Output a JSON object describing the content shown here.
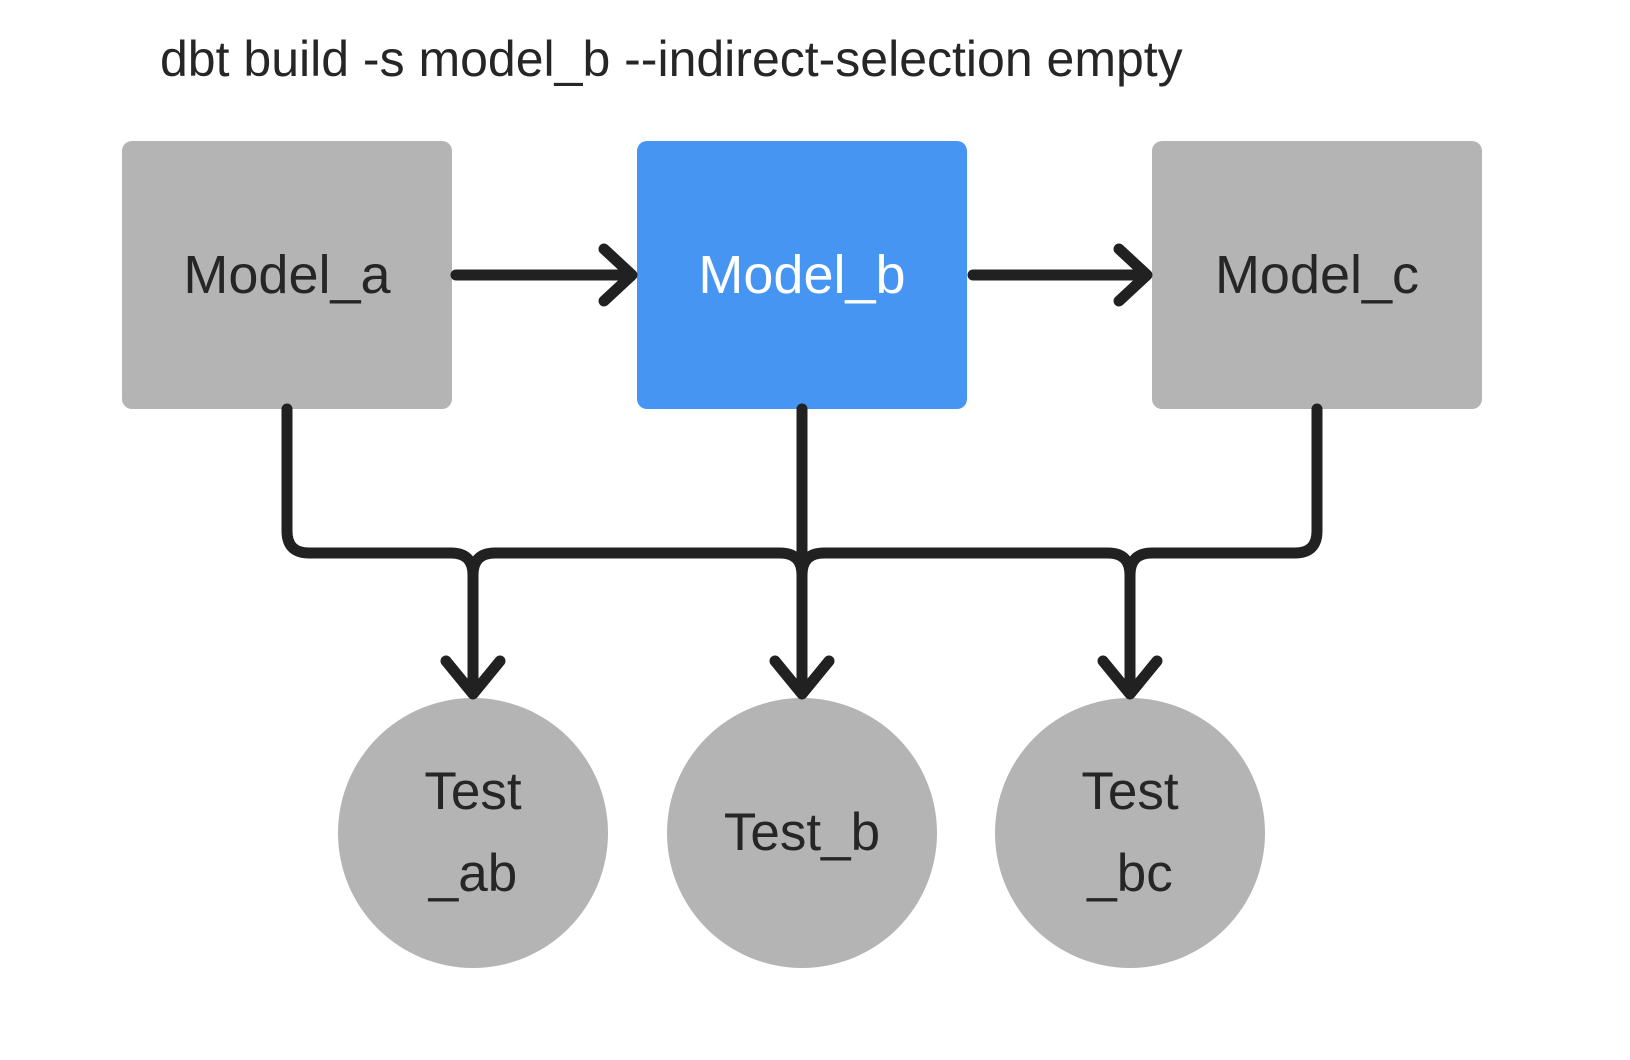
{
  "title": "dbt build -s model_b --indirect-selection empty",
  "colors": {
    "background": "#ffffff",
    "node_gray": "#b4b4b4",
    "node_selected_blue": "#4795f2",
    "edge_black": "#212121",
    "text_dark": "#262626",
    "text_on_selected": "#ffffff"
  },
  "models": [
    {
      "id": "model_a",
      "label": "Model_a",
      "selected": false
    },
    {
      "id": "model_b",
      "label": "Model_b",
      "selected": true
    },
    {
      "id": "model_c",
      "label": "Model_c",
      "selected": false
    }
  ],
  "tests": [
    {
      "id": "test_ab",
      "lines": [
        "Test",
        "_ab"
      ]
    },
    {
      "id": "test_b",
      "lines": [
        "Test_b",
        ""
      ]
    },
    {
      "id": "test_bc",
      "lines": [
        "Test",
        "_bc"
      ]
    }
  ],
  "edges": [
    {
      "from": "model_a",
      "to": "model_b"
    },
    {
      "from": "model_b",
      "to": "model_c"
    },
    {
      "from": "model_a",
      "to": "test_ab"
    },
    {
      "from": "model_b",
      "to": "test_ab"
    },
    {
      "from": "model_b",
      "to": "test_b"
    },
    {
      "from": "model_b",
      "to": "test_bc"
    },
    {
      "from": "model_c",
      "to": "test_bc"
    }
  ]
}
